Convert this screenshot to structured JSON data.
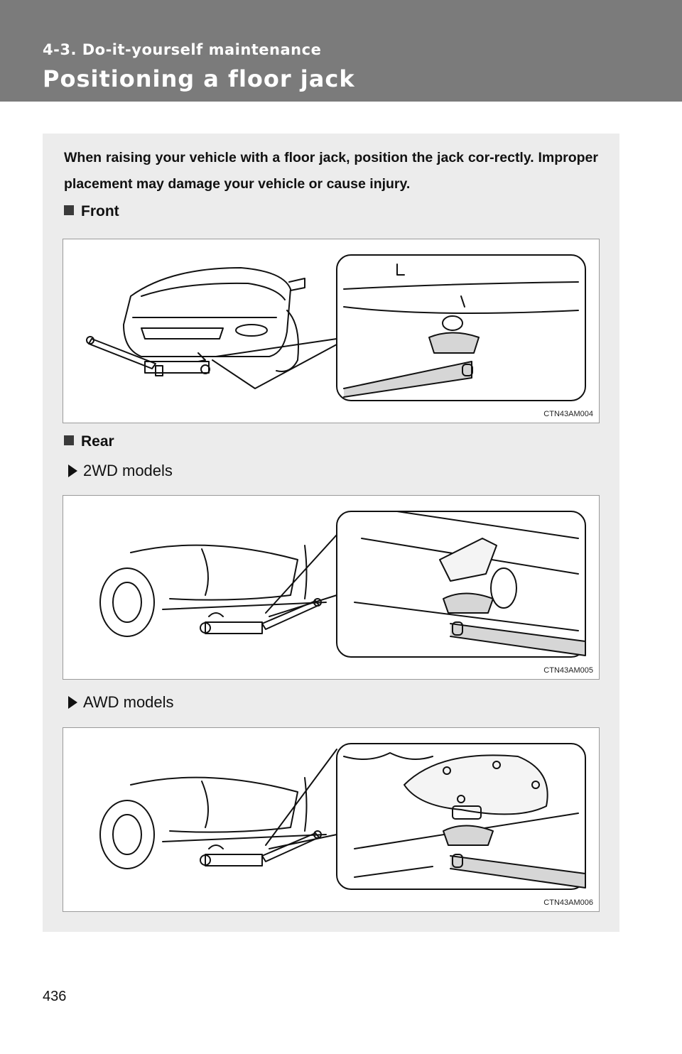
{
  "header": {
    "section": "4-3. Do-it-yourself maintenance",
    "title": "Positioning a floor jack"
  },
  "intro": "When raising your vehicle with a floor jack, position the jack cor-rectly. Improper placement may damage your vehicle or cause injury.",
  "sections": {
    "front": {
      "heading": "Front",
      "figure_code": "CTN43AM004"
    },
    "rear": {
      "heading": "Rear",
      "twowd": {
        "label": "2WD models",
        "figure_code": "CTN43AM005"
      },
      "awd": {
        "label": "AWD models",
        "figure_code": "CTN43AM006"
      }
    }
  },
  "page_number": "436"
}
